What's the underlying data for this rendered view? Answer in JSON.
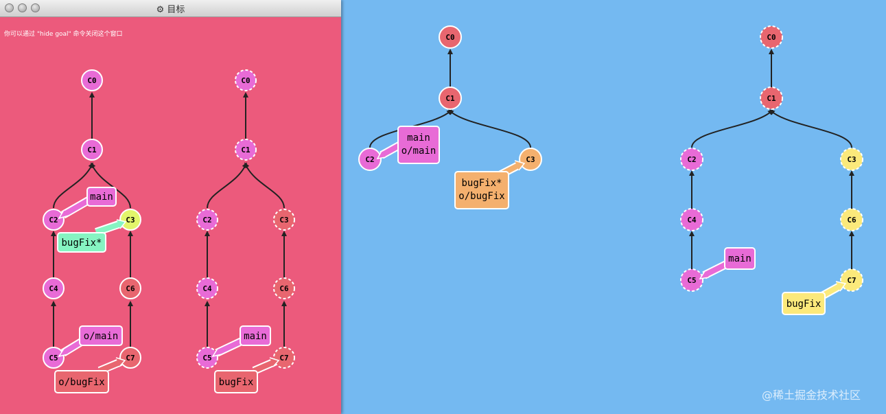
{
  "window": {
    "title": "目标",
    "hint": "你可以通过 \"hide goal\" 命令关闭这个窗口"
  },
  "goal": {
    "local": {
      "C0": "C0",
      "C1": "C1",
      "C2": "C2",
      "C3": "C3",
      "C4": "C4",
      "C5": "C5",
      "C6": "C6",
      "C7": "C7",
      "branches": {
        "main": "main",
        "bugFix": "bugFix*",
        "o_main": "o/main",
        "o_bugFix": "o/bugFix"
      }
    },
    "remote": {
      "C0": "C0",
      "C1": "C1",
      "C2": "C2",
      "C3": "C3",
      "C4": "C4",
      "C5": "C5",
      "C6": "C6",
      "C7": "C7",
      "branches": {
        "main": "main",
        "bugFix": "bugFix"
      }
    }
  },
  "current": {
    "local": {
      "C0": "C0",
      "C1": "C1",
      "C2": "C2",
      "C3": "C3",
      "branches": {
        "main_line1": "main",
        "main_line2": "o/main",
        "bugFix_line1": "bugFix*",
        "bugFix_line2": "o/bugFix"
      }
    },
    "remote": {
      "C0": "C0",
      "C1": "C1",
      "C2": "C2",
      "C3": "C3",
      "C4": "C4",
      "C5": "C5",
      "C6": "C6",
      "C7": "C7",
      "branches": {
        "main": "main",
        "bugFix": "bugFix"
      }
    }
  },
  "watermark": "@稀土掘金技术社区",
  "colors": {
    "magenta": "#e86bd6",
    "salmon": "#e8666f",
    "lime": "#e2f56b",
    "mint": "#86f4c2",
    "orange": "#f4b06e",
    "yellow": "#fbe97b",
    "goal_bg": "#ec5a7c",
    "main_bg": "#74b9f1"
  }
}
